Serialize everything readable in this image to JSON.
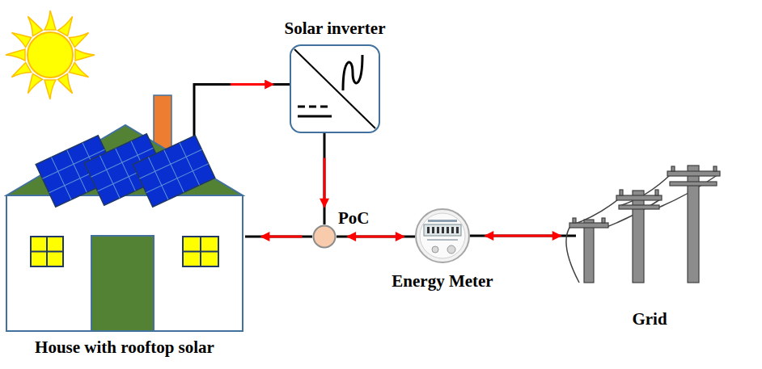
{
  "diagram": {
    "nodes": [
      {
        "text": [
          "House with rooftop solar"
        ]
      },
      {
        "text": [
          "Solar inverter"
        ]
      },
      {
        "text": [
          "PoC"
        ]
      },
      {
        "text": [
          "Energy Meter"
        ]
      },
      {
        "text": [
          "Grid"
        ]
      }
    ],
    "edges": [
      {
        "from": 0,
        "to": 1,
        "arrow": "to"
      },
      {
        "from": 1,
        "to": 2,
        "arrow": "to"
      },
      {
        "from": 2,
        "to": 0,
        "arrow": "to"
      },
      {
        "from": 2,
        "to": 3,
        "arrow": "both"
      },
      {
        "from": 3,
        "to": 4,
        "arrow": "both"
      }
    ]
  }
}
